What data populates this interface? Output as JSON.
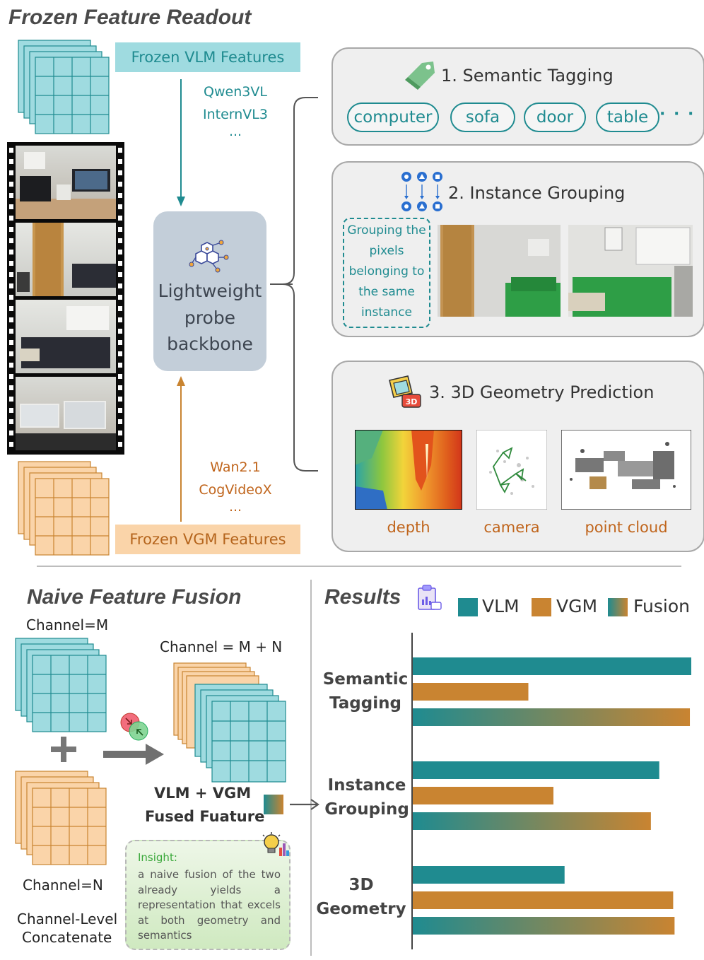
{
  "sections": {
    "frozen_title": "Frozen Feature Readout",
    "naive_title": "Naive Feature Fusion",
    "results_title": "Results"
  },
  "features": {
    "vlm_label": "Frozen VLM Features",
    "vgm_label": "Frozen VGM Features",
    "vlm_models": [
      "Qwen3VL",
      "InternVL3",
      "..."
    ],
    "vgm_models": [
      "Wan2.1",
      "CogVideoX",
      "..."
    ]
  },
  "backbone": {
    "lines": [
      "Lightweight",
      "probe",
      "backbone"
    ]
  },
  "tasks": {
    "semantic": {
      "title": "1. Semantic Tagging",
      "tags": [
        "computer",
        "sofa",
        "door",
        "table"
      ],
      "more": "· · ·"
    },
    "instance": {
      "title": "2. Instance Grouping",
      "note_lines": [
        "Grouping the",
        "pixels",
        "belonging to",
        "the same",
        "instance"
      ]
    },
    "geometry": {
      "title": "3. 3D Geometry Prediction",
      "icon_text": "3D",
      "captions": [
        "depth",
        "camera",
        "point cloud"
      ]
    }
  },
  "fusion": {
    "channel_m": "Channel=M",
    "channel_n": "Channel=N",
    "channel_sum": "Channel = M + N",
    "fused_line1": "VLM + VGM",
    "fused_line2": "Fused Fuature",
    "concat_line1": "Channel-Level",
    "concat_line2": "Concatenate",
    "insight_title": "Insight:",
    "insight_body": "a naive fusion of the two already yields a representation that excels at both geometry and semantics"
  },
  "chart_data": {
    "type": "bar",
    "orientation": "horizontal",
    "categories": [
      "Semantic Tagging",
      "Instance Grouping",
      "3D Geometry"
    ],
    "category_lines": [
      [
        "Semantic",
        "Tagging"
      ],
      [
        "Instance",
        "Grouping"
      ],
      [
        "3D",
        "Geometry"
      ]
    ],
    "series": [
      {
        "name": "VLM",
        "values": [
          1.0,
          0.885,
          0.545
        ]
      },
      {
        "name": "VGM",
        "values": [
          0.415,
          0.505,
          0.935
        ]
      },
      {
        "name": "Fusion",
        "values": [
          0.995,
          0.855,
          0.94
        ]
      }
    ],
    "xlim": [
      0,
      1
    ],
    "colors": {
      "VLM": "#1f8b90",
      "VGM": "#c98431",
      "Fusion_start": "#1f8b90",
      "Fusion_end": "#c98431"
    },
    "legend_position": "top"
  },
  "colors": {
    "vlm": "#9fdbe0",
    "vgm": "#fad4a9",
    "teal": "#1f8b90",
    "orange": "#c98431"
  }
}
